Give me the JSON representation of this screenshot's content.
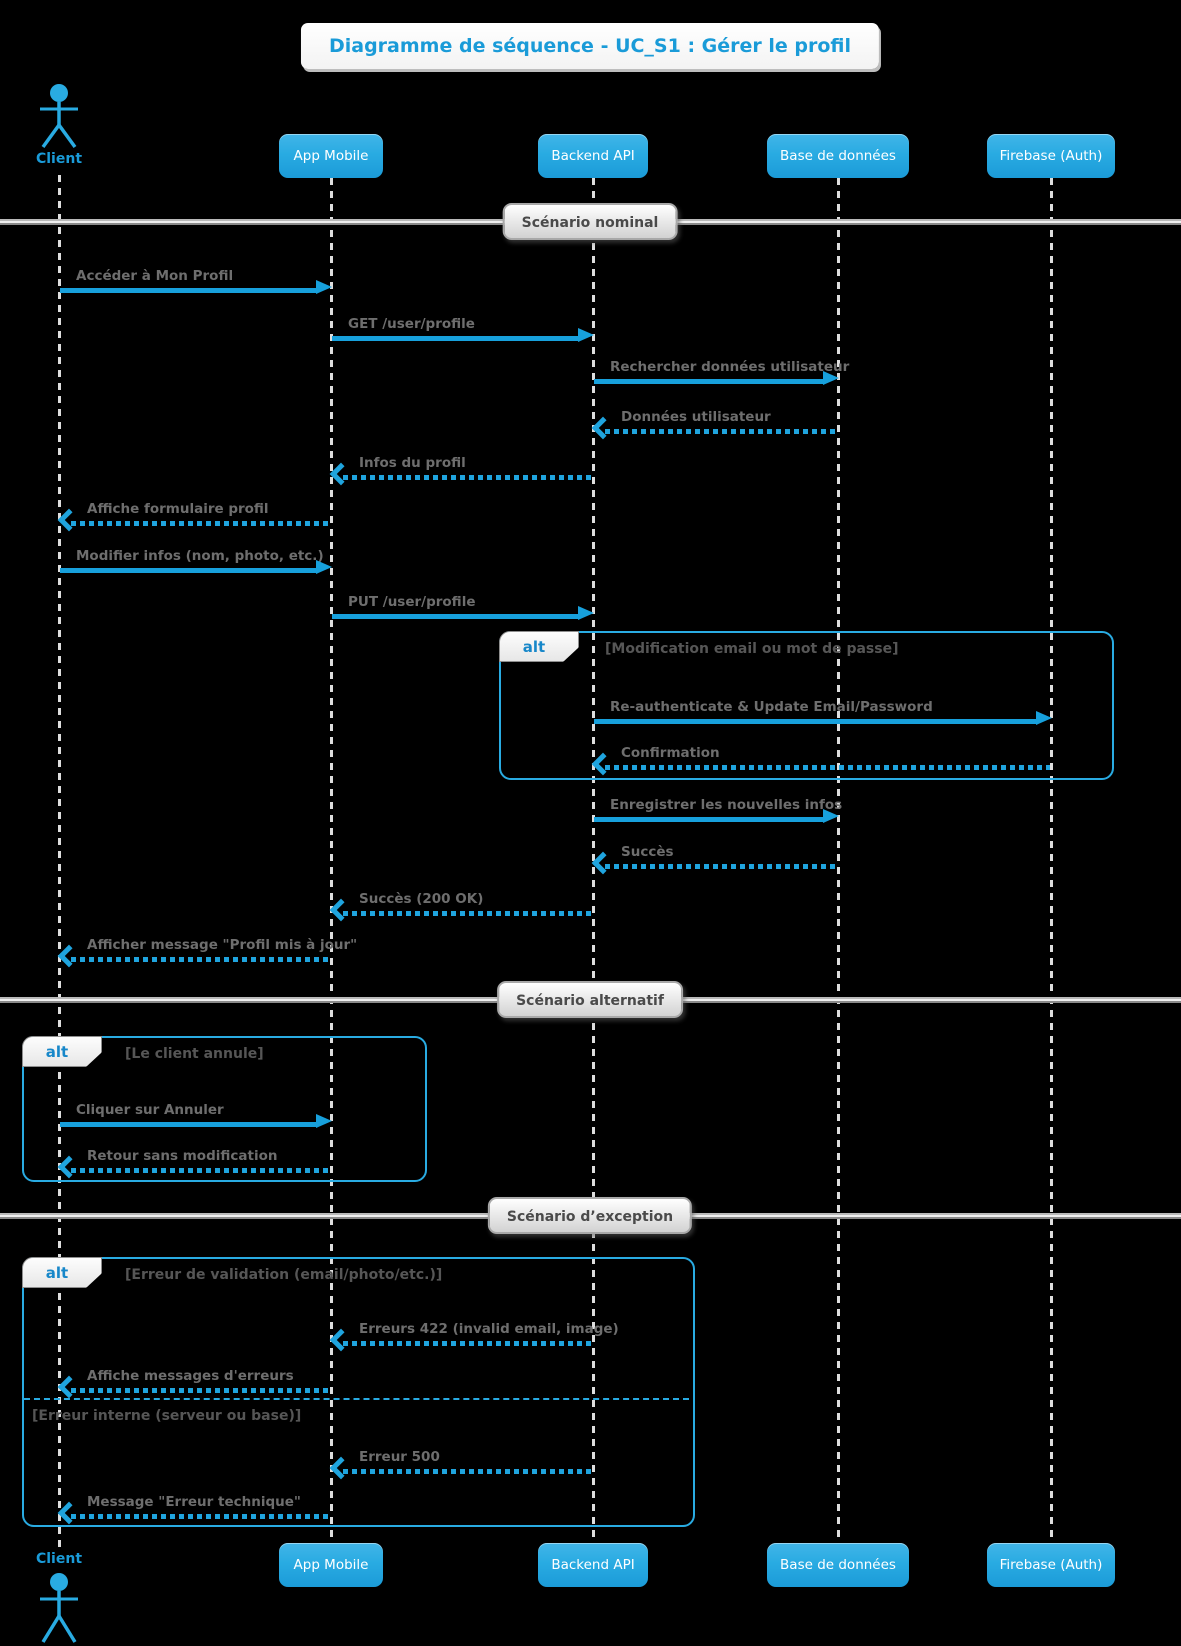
{
  "title": "Diagramme de séquence - UC_S1 : Gérer le profil",
  "actor": {
    "label": "Client"
  },
  "lifelines": [
    {
      "name": "App Mobile"
    },
    {
      "name": "Backend API"
    },
    {
      "name": "Base de données"
    },
    {
      "name": "Firebase (Auth)"
    }
  ],
  "sections": [
    {
      "label": "Scénario nominal"
    },
    {
      "label": "Scénario alternatif"
    },
    {
      "label": "Scénario d’exception"
    }
  ],
  "frames": [
    {
      "operator": "alt",
      "guard": "[Modification email ou mot de passe]"
    },
    {
      "operator": "alt",
      "guard": "[Le client annule]"
    },
    {
      "operator": "alt",
      "guard": "[Erreur de validation (email/photo/etc.)]",
      "guard_else": "[Erreur interne (serveur ou base)]"
    }
  ],
  "messages": [
    {
      "label": "Accéder à Mon Profil",
      "from": "Client",
      "to": "App Mobile",
      "kind": "call"
    },
    {
      "label": "GET /user/profile",
      "from": "App Mobile",
      "to": "Backend API",
      "kind": "call"
    },
    {
      "label": "Rechercher données utilisateur",
      "from": "Backend API",
      "to": "Base de données",
      "kind": "call"
    },
    {
      "label": "Données utilisateur",
      "from": "Base de données",
      "to": "Backend API",
      "kind": "return"
    },
    {
      "label": "Infos du profil",
      "from": "Backend API",
      "to": "App Mobile",
      "kind": "return"
    },
    {
      "label": "Affiche formulaire profil",
      "from": "App Mobile",
      "to": "Client",
      "kind": "return"
    },
    {
      "label": "Modifier infos (nom, photo, etc.)",
      "from": "Client",
      "to": "App Mobile",
      "kind": "call"
    },
    {
      "label": "PUT /user/profile",
      "from": "App Mobile",
      "to": "Backend API",
      "kind": "call"
    },
    {
      "label": "Re-authenticate & Update Email/Password",
      "from": "Backend API",
      "to": "Firebase (Auth)",
      "kind": "call"
    },
    {
      "label": "Confirmation",
      "from": "Firebase (Auth)",
      "to": "Backend API",
      "kind": "return"
    },
    {
      "label": "Enregistrer les nouvelles infos",
      "from": "Backend API",
      "to": "Base de données",
      "kind": "call"
    },
    {
      "label": "Succès",
      "from": "Base de données",
      "to": "Backend API",
      "kind": "return"
    },
    {
      "label": "Succès (200 OK)",
      "from": "Backend API",
      "to": "App Mobile",
      "kind": "return"
    },
    {
      "label": "Afficher message \"Profil mis à jour\"",
      "from": "App Mobile",
      "to": "Client",
      "kind": "return"
    },
    {
      "label": "Cliquer sur Annuler",
      "from": "Client",
      "to": "App Mobile",
      "kind": "call"
    },
    {
      "label": "Retour sans modification",
      "from": "App Mobile",
      "to": "Client",
      "kind": "return"
    },
    {
      "label": "Erreurs 422 (invalid email, image)",
      "from": "Backend API",
      "to": "App Mobile",
      "kind": "return"
    },
    {
      "label": "Affiche messages d'erreurs",
      "from": "App Mobile",
      "to": "Client",
      "kind": "return"
    },
    {
      "label": "Erreur 500",
      "from": "Backend API",
      "to": "App Mobile",
      "kind": "return"
    },
    {
      "label": "Message \"Erreur technique\"",
      "from": "App Mobile",
      "to": "Client",
      "kind": "return"
    }
  ],
  "colors": {
    "background": "#000000",
    "primary_blue": "#29ABE2",
    "arrow_blue": "#17A0DC",
    "title_blue": "#1A9BD8",
    "message_label_gray": "#6E6E6E",
    "guard_gray": "#565656",
    "divider_text_gray": "#4A4A4A"
  }
}
